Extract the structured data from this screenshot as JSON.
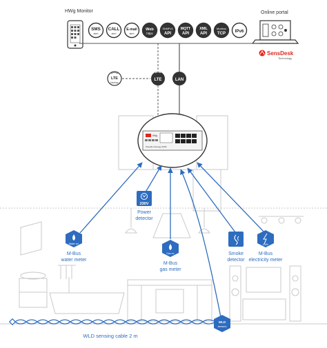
{
  "header": {
    "left_title": "HWg Monitor",
    "right_title": "Online portal"
  },
  "protocols": [
    {
      "top": "SMS",
      "bottom": "alert"
    },
    {
      "top": "CALL",
      "bottom": "alert"
    },
    {
      "top": "E-mail",
      "bottom": "alert"
    },
    {
      "top": "Web",
      "bottom": "https"
    },
    {
      "top": "SNMPv3",
      "bottom": "API"
    },
    {
      "top": "MQTT",
      "bottom": "API"
    },
    {
      "top": "XML",
      "bottom": "API"
    },
    {
      "top": "Modbus",
      "bottom": "TCP"
    },
    {
      "top": "IPv6",
      "bottom": ""
    }
  ],
  "brand": {
    "name": "SensDesk",
    "tagline": "Technology"
  },
  "network": {
    "lte": "LTE",
    "lte_backup_top": "LTE",
    "lte_backup_bottom": "backup",
    "lan": "LAN"
  },
  "device_labels": {
    "plate": "Poseidon Energy 3266"
  },
  "sensors": {
    "power": {
      "badge": "230V",
      "label1": "Power",
      "label2": "detector"
    },
    "water": {
      "badge": "Water m³",
      "label1": "M-Bus",
      "label2": "water meter"
    },
    "gas": {
      "badge": "Gas m³",
      "label1": "M-Bus",
      "label2": "gas meter"
    },
    "smoke": {
      "label1": "Smoke",
      "label2": "detector"
    },
    "electricity": {
      "badge": "kWh",
      "label1": "M-Bus",
      "label2": "electricity meter"
    },
    "wld": {
      "badge1": "WLD",
      "badge2": "sensors"
    }
  },
  "cable": {
    "label": "WLD sensing cable 2 m"
  },
  "colors": {
    "accent": "#2d6cbf",
    "dark": "#3a3a3a",
    "brand": "#e1251b",
    "line": "#555555"
  }
}
